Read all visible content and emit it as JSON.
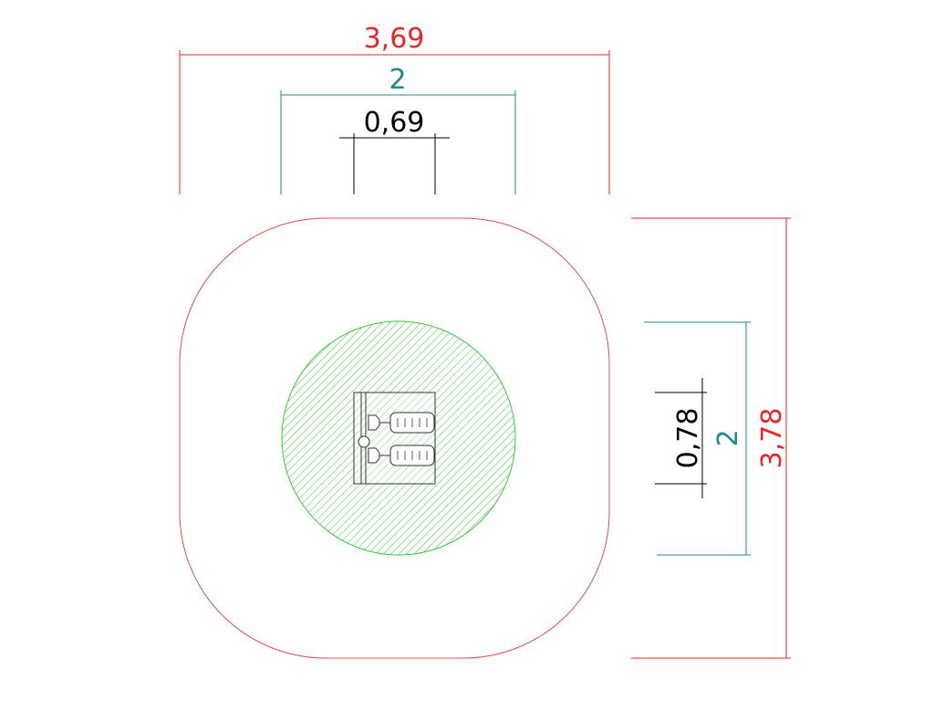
{
  "dimensions": {
    "overall_width": "3,69",
    "safety_width": "2",
    "equipment_width": "0,69",
    "overall_depth": "3,78",
    "safety_depth": "2",
    "equipment_depth": "0,78"
  },
  "colors": {
    "overall": "#e8262a",
    "safety": "#1f8a8a",
    "equipment": "#000000",
    "zone_hatch": "#3ec83e",
    "boundary": "#e05050"
  }
}
